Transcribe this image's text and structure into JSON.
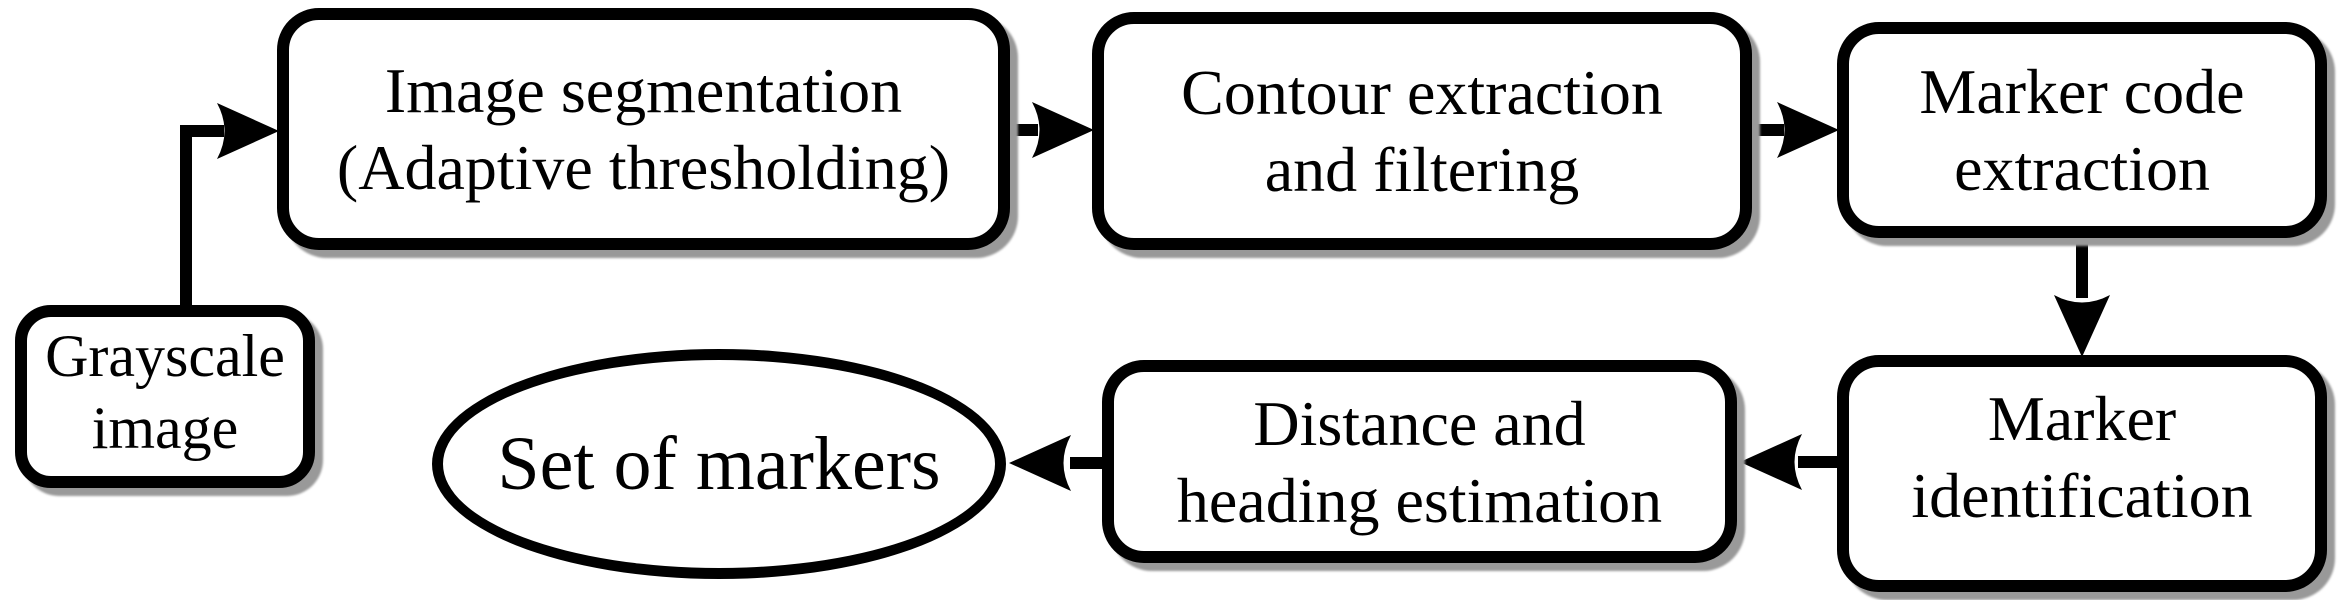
{
  "figure": {
    "type": "flowchart",
    "description_hint": "marker detection pipeline",
    "background": "#ffffff"
  },
  "colors": {
    "node_border": "#000000",
    "node_fill": "#ffffff",
    "shadow": "#999999",
    "text": "#000000",
    "arrow": "#000000"
  },
  "nodes": {
    "grayscale_image": {
      "shape": "rounded-rectangle",
      "lines": [
        "Grayscale",
        "image"
      ]
    },
    "image_segmentation": {
      "shape": "rounded-rectangle",
      "lines": [
        "Image segmentation",
        "(Adaptive thresholding)"
      ]
    },
    "contour_extraction": {
      "shape": "rounded-rectangle",
      "lines": [
        "Contour extraction",
        "and filtering"
      ]
    },
    "marker_code_extraction": {
      "shape": "rounded-rectangle",
      "lines": [
        "Marker code",
        "extraction"
      ]
    },
    "marker_identification": {
      "shape": "rounded-rectangle",
      "lines": [
        "Marker",
        "identification"
      ]
    },
    "distance_heading": {
      "shape": "rounded-rectangle",
      "lines": [
        "Distance and",
        "heading estimation"
      ]
    },
    "set_of_markers": {
      "shape": "ellipse",
      "lines": [
        "Set of markers"
      ]
    }
  },
  "edges": [
    {
      "from": "grayscale_image",
      "to": "image_segmentation",
      "direction": "up-then-right"
    },
    {
      "from": "image_segmentation",
      "to": "contour_extraction",
      "direction": "right"
    },
    {
      "from": "contour_extraction",
      "to": "marker_code_extraction",
      "direction": "right"
    },
    {
      "from": "marker_code_extraction",
      "to": "marker_identification",
      "direction": "down"
    },
    {
      "from": "marker_identification",
      "to": "distance_heading",
      "direction": "left"
    },
    {
      "from": "distance_heading",
      "to": "set_of_markers",
      "direction": "left"
    }
  ]
}
